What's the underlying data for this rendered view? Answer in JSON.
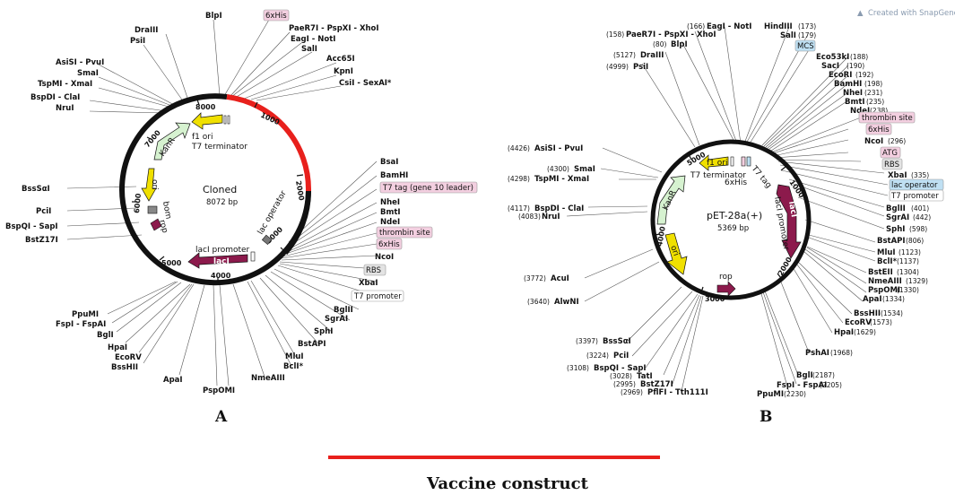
{
  "panel_a": {
    "label": "A",
    "name": "Cloned",
    "size": "8072 bp",
    "ticks": [
      "1000",
      "2000",
      "3000",
      "4000",
      "5000",
      "6000",
      "7000",
      "8000"
    ],
    "features": {
      "f1_ori": "f1 ori",
      "t7_terminator": "T7 terminator",
      "kanr": "KanR",
      "ori": "ori",
      "bom": "bom",
      "rop": "rop",
      "laci_promoter": "lacI promoter",
      "laci": "lacI",
      "lac_operator": "lac operator"
    },
    "sites_top": [
      "BlpI",
      "6xHis",
      "PaeR7I - PspXI - XhoI",
      "EagI - NotI",
      "SalI",
      "Acc65I",
      "KpnI",
      "CsiI - SexAI*",
      "DraIII",
      "PsiI",
      "AsiSI - PvuI",
      "SmaI",
      "TspMI - XmaI",
      "BspDI - ClaI",
      "NruI"
    ],
    "sites_left": [
      "BssSαI",
      "PciI",
      "BspQI - SapI",
      "BstZ17I"
    ],
    "sites_right": [
      "BsaI",
      "BamHI",
      "T7 tag (gene 10 leader)",
      "NheI",
      "BmtI",
      "NdeI",
      "thrombin site",
      "6xHis",
      "NcoI",
      "RBS",
      "XbaI",
      "T7 promoter",
      "BglII",
      "SgrAI",
      "SphI",
      "BstAPI",
      "MluI",
      "BclI*",
      "NmeAIII",
      "PspOMI",
      "ApaI",
      "BssHII",
      "EcoRV",
      "HpaI",
      "BglI",
      "FspI - FspAI",
      "PpuMI"
    ]
  },
  "panel_b": {
    "label": "B",
    "name": "pET-28a(+)",
    "size": "5369 bp",
    "credit": "Created with SnapGene®",
    "ticks": [
      "1000",
      "2000",
      "3000",
      "4000",
      "5000"
    ],
    "features": {
      "f1_ori": "f1 ori",
      "t7_terminator": "T7 terminator",
      "six_his": "6xHis",
      "t7_tag": "T7 tag",
      "kanr": "KanR",
      "ori": "ori",
      "rop": "rop",
      "laci_promoter": "lacI promoter",
      "laci": "lacI"
    },
    "sites_top_left": [
      {
        "pos": "(158)",
        "name": "PaeR7I - PspXI - XhoI"
      },
      {
        "pos": "(80)",
        "name": "BlpI"
      },
      {
        "pos": "(5127)",
        "name": "DraIII"
      },
      {
        "pos": "(4999)",
        "name": "PsiI"
      },
      {
        "pos": "(4426)",
        "name": "AsiSI - PvuI"
      },
      {
        "pos": "(4300)",
        "name": "SmaI"
      },
      {
        "pos": "(4298)",
        "name": "TspMI - XmaI"
      },
      {
        "pos": "(4117)",
        "name": "BspDI - ClaI"
      },
      {
        "pos": "(4083)",
        "name": "NruI"
      },
      {
        "pos": "(3772)",
        "name": "AcuI"
      },
      {
        "pos": "(3640)",
        "name": "AlwNI"
      },
      {
        "pos": "(3397)",
        "name": "BssSαI"
      },
      {
        "pos": "(3224)",
        "name": "PciI"
      },
      {
        "pos": "(3108)",
        "name": "BspQI - SapI"
      },
      {
        "pos": "(3028)",
        "name": "TatI"
      },
      {
        "pos": "(2995)",
        "name": "BstZ17I"
      },
      {
        "pos": "(2969)",
        "name": "PflFI - Tth111I"
      }
    ],
    "sites_top": [
      {
        "pos": "(166)",
        "name": "EagI - NotI"
      },
      {
        "name": "HindIII",
        "pos": "(173)"
      },
      {
        "name": "SalI",
        "pos": "(179)"
      }
    ],
    "sites_right": [
      {
        "name": "MCS",
        "pos": ""
      },
      {
        "name": "Eco53kI",
        "pos": "(188)"
      },
      {
        "name": "SacI",
        "pos": "(190)"
      },
      {
        "name": "EcoRI",
        "pos": "(192)"
      },
      {
        "name": "BamHI",
        "pos": "(198)"
      },
      {
        "name": "NheI",
        "pos": "(231)"
      },
      {
        "name": "BmtI",
        "pos": "(235)"
      },
      {
        "name": "NdeI",
        "pos": "(238)"
      },
      {
        "name": "thrombin site",
        "pos": ""
      },
      {
        "name": "6xHis",
        "pos": ""
      },
      {
        "name": "NcoI",
        "pos": "(296)"
      },
      {
        "name": "ATG",
        "pos": ""
      },
      {
        "name": "RBS",
        "pos": ""
      },
      {
        "name": "XbaI",
        "pos": "(335)"
      },
      {
        "name": "lac operator",
        "pos": ""
      },
      {
        "name": "T7 promoter",
        "pos": ""
      },
      {
        "name": "BglII",
        "pos": "(401)"
      },
      {
        "name": "SgrAI",
        "pos": "(442)"
      },
      {
        "name": "SphI",
        "pos": "(598)"
      },
      {
        "name": "BstAPI",
        "pos": "(806)"
      },
      {
        "name": "MluI",
        "pos": "(1123)"
      },
      {
        "name": "BclI*",
        "pos": "(1137)"
      },
      {
        "name": "BstEII",
        "pos": "(1304)"
      },
      {
        "name": "NmeAIII",
        "pos": "(1329)"
      },
      {
        "name": "PspOMI",
        "pos": "(1330)"
      },
      {
        "name": "ApaI",
        "pos": "(1334)"
      },
      {
        "name": "BssHII",
        "pos": "(1534)"
      },
      {
        "name": "EcoRV",
        "pos": "(1573)"
      },
      {
        "name": "HpaI",
        "pos": "(1629)"
      },
      {
        "name": "PshAI",
        "pos": "(1968)"
      },
      {
        "name": "BglI",
        "pos": "(2187)"
      },
      {
        "name": "FspI - FspAI",
        "pos": "(2205)"
      },
      {
        "name": "PpuMI",
        "pos": "(2230)"
      }
    ]
  },
  "caption": "Vaccine construct",
  "colors": {
    "backbone": "#111111",
    "insert": "#e8201c",
    "yellow": "#f0e000",
    "green": "#d6f2d0",
    "purple": "#8c1a4c",
    "pink_box": "#f3cfe0",
    "blue_box": "#bfe0f3",
    "grey_box": "#e3e3e3"
  }
}
